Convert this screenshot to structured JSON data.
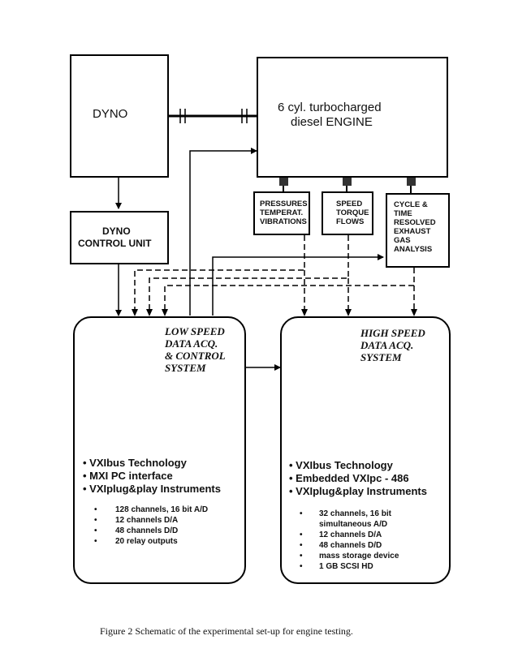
{
  "dyno": {
    "label": "DYNO"
  },
  "engine": {
    "line1": "6 cyl. turbocharged",
    "line2": "diesel  ENGINE"
  },
  "dyno_control": {
    "line1": "DYNO",
    "line2": "CONTROL UNIT"
  },
  "sensor_pressures": {
    "lines": [
      "PRESSURES",
      "TEMPERAT.",
      "VIBRATIONS"
    ]
  },
  "sensor_speed": {
    "lines": [
      "SPEED",
      "TORQUE",
      "FLOWS"
    ]
  },
  "sensor_cycle": {
    "lines": [
      "CYCLE &",
      "TIME",
      "RESOLVED",
      "EXHAUST",
      "GAS",
      "ANALYSIS"
    ]
  },
  "low_speed": {
    "title_lines": [
      "LOW SPEED",
      "DATA ACQ.",
      "& CONTROL",
      "SYSTEM"
    ],
    "features": [
      "• VXIbus Technology",
      "• MXI PC interface",
      "• VXIplug&play Instruments"
    ],
    "specs": [
      "128 channels, 16 bit A/D",
      "12 channels D/A",
      "48 channels D/D",
      "20 relay outputs"
    ]
  },
  "high_speed": {
    "title_lines": [
      "HIGH SPEED",
      "DATA ACQ.",
      "SYSTEM"
    ],
    "features": [
      "• VXIbus Technology",
      "• Embedded  VXIpc - 486",
      "• VXIplug&play Instruments"
    ],
    "specs": [
      "32 channels, 16 bit",
      "simultaneous A/D",
      "12 channels D/A",
      "48 channels D/D",
      "mass storage device",
      "1 GB SCSI  HD"
    ]
  },
  "bullet_glyph": "•",
  "caption": "Figure 2   Schematic of the experimental set-up for engine testing."
}
